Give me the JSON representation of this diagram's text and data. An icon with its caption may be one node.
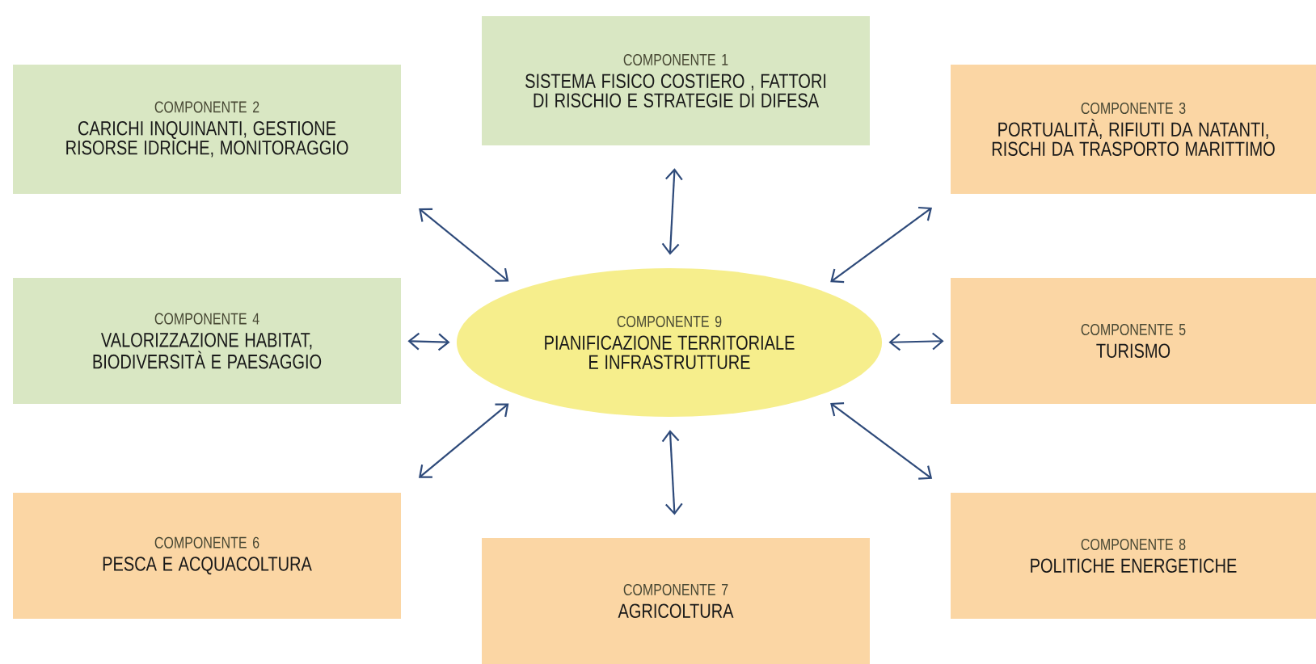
{
  "diagram": {
    "nodes": [
      {
        "text": [
          "COMPONENTE 1",
          "SISTEMA FISICO COSTIERO , FATTORI DI RISCHIO E STRATEGIE DI DIFESA"
        ]
      },
      {
        "text": [
          "COMPONENTE 2",
          "CARICHI INQUINANTI, GESTIONE RISORSE IDRICHE, MONITORAGGIO"
        ]
      },
      {
        "text": [
          "COMPONENTE 3",
          "PORTUALITÀ, RIFIUTI DA NATANTI, RISCHI DA TRASPORTO MARITTIMO"
        ]
      },
      {
        "text": [
          "COMPONENTE 4",
          "VALORIZZAZIONE HABITAT, BIODIVERSITÀ E PAESAGGIO"
        ]
      },
      {
        "text": [
          "COMPONENTE 9",
          "PIANIFICAZIONE TERRITORIALE E INFRASTRUTTURE"
        ]
      },
      {
        "text": [
          "COMPONENTE 5",
          "TURISMO"
        ]
      },
      {
        "text": [
          "COMPONENTE 6",
          "PESCA E ACQUACOLTURA"
        ]
      },
      {
        "text": [
          "COMPONENTE 7",
          "AGRICOLTURA"
        ]
      },
      {
        "text": [
          "COMPONENTE 8",
          "POLITICHE ENERGETICHE"
        ]
      }
    ],
    "edges": [
      {
        "from": 0,
        "to": 4,
        "arrow": "both"
      },
      {
        "from": 1,
        "to": 4,
        "arrow": "both"
      },
      {
        "from": 2,
        "to": 4,
        "arrow": "both"
      },
      {
        "from": 3,
        "to": 4,
        "arrow": "both"
      },
      {
        "from": 5,
        "to": 4,
        "arrow": "both"
      },
      {
        "from": 6,
        "to": 4,
        "arrow": "both"
      },
      {
        "from": 7,
        "to": 4,
        "arrow": "both"
      },
      {
        "from": 8,
        "to": 4,
        "arrow": "both"
      }
    ]
  }
}
